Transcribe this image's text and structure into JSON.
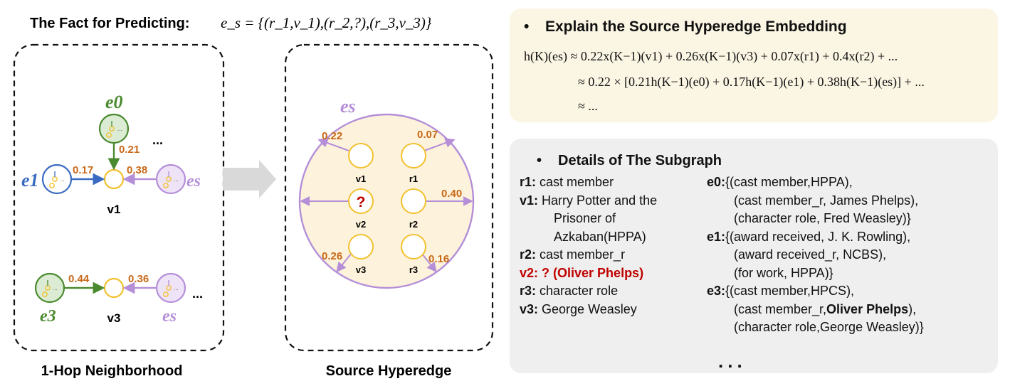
{
  "header": {
    "label": "The Fact for Predicting:",
    "formula": "e_s = {(r_1,v_1),(r_2,?),(r_3,v_3)}"
  },
  "left": {
    "title": "1-Hop Neighborhood",
    "nodes": {
      "e0": "e0",
      "e1": "e1",
      "e3": "e3",
      "es_top": "es",
      "es_bottom": "es",
      "v1": "v1",
      "v3": "v3"
    },
    "weights": {
      "e0_v1": "0.21",
      "e1_v1": "0.17",
      "es_v1": "0.38",
      "e3_v3": "0.44",
      "es_v3": "0.36"
    },
    "ellipsis": "..."
  },
  "middle": {
    "title": "Source Hyperedge",
    "edge_label": "es",
    "nodes": {
      "v1": "v1",
      "r1": "r1",
      "v2": "v2",
      "r2": "r2",
      "v3": "v3",
      "r3": "r3",
      "unknown": "?"
    },
    "weights": {
      "v1": "0.22",
      "r1": "0.07",
      "r2": "0.40",
      "v3": "0.26",
      "r3": "0.16"
    }
  },
  "embedding_panel": {
    "bullet": "•",
    "title": "Explain the Source Hyperedge Embedding",
    "line1": "h(K)(es) ≈ 0.22x(K−1)(v1) + 0.26x(K−1)(v3) + 0.07x(r1) + 0.4x(r2) + ...",
    "line2": "≈ 0.22 × [0.21h(K−1)(e0) + 0.17h(K−1)(e1) + 0.38h(K−1)(es)] + ...",
    "line3": "≈ ..."
  },
  "subgraph_panel": {
    "bullet": "•",
    "title": "Details of The Subgraph",
    "left_items": [
      {
        "key": "r1:",
        "value": "cast member"
      },
      {
        "key": "v1:",
        "value": "Harry Potter and the"
      },
      {
        "key": "",
        "value": "Prisoner of"
      },
      {
        "key": "",
        "value": "Azkaban(HPPA)"
      },
      {
        "key": "r2:",
        "value": "cast member_r"
      },
      {
        "key": "v2:",
        "value": "? (Oliver Phelps)"
      },
      {
        "key": "r3:",
        "value": "character role"
      },
      {
        "key": "v3:",
        "value": "George Weasley"
      }
    ],
    "right_items": [
      {
        "key": "e0:",
        "value": "{(cast member,HPPA),"
      },
      {
        "key": "",
        "value": "(cast member_r, James Phelps),"
      },
      {
        "key": "",
        "value": "(character role, Fred Weasley)}"
      },
      {
        "key": "e1:",
        "value": "{(award received, J. K. Rowling),"
      },
      {
        "key": "",
        "value": "(award received_r, NCBS),"
      },
      {
        "key": "",
        "value": "(for work, HPPA)}"
      },
      {
        "key": "e3:",
        "value": "{(cast member,HPCS),"
      },
      {
        "key": "",
        "value": "(cast member_r,",
        "bold": "Oliver Phelps",
        "tail": "),"
      },
      {
        "key": "",
        "value": "(character role,George Weasley)}"
      }
    ],
    "more": "..."
  },
  "colors": {
    "green": "#4a8a2e",
    "green_fill": "#dcecd4",
    "blue": "#3a6bc2",
    "purple": "#b48fd8",
    "purple_fill": "#efe3f7",
    "orange": "#c86818",
    "yellow_node": "#f2c12e",
    "hyperedge_fill": "#fdf3dc",
    "red": "#c00000"
  }
}
